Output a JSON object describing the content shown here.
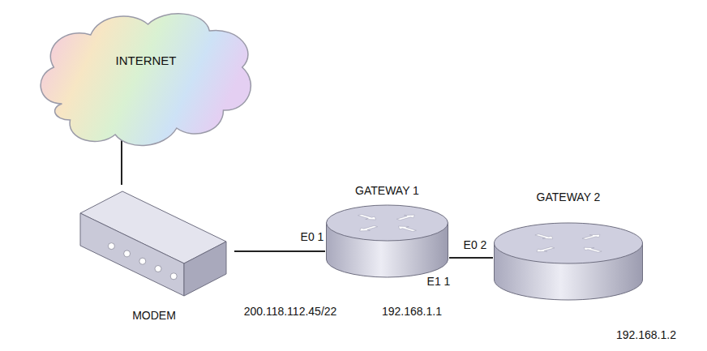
{
  "diagram": {
    "nodes": [
      {
        "text": [
          "INTERNET"
        ]
      },
      {
        "text": [
          "MODEM"
        ]
      },
      {
        "text": [
          "GATEWAY 1"
        ]
      },
      {
        "text": [
          "GATEWAY 2"
        ]
      }
    ],
    "edges": [
      {
        "from": 0,
        "to": 1,
        "arrow": "none"
      },
      {
        "from": 1,
        "to": 2,
        "arrow": "none"
      },
      {
        "from": 2,
        "to": 3,
        "arrow": "none"
      }
    ],
    "labels": [
      "E0 1",
      "E1 1",
      "E0 2",
      "200.118.112.45/22",
      "192.168.1.1",
      "192.168.1.2"
    ]
  }
}
